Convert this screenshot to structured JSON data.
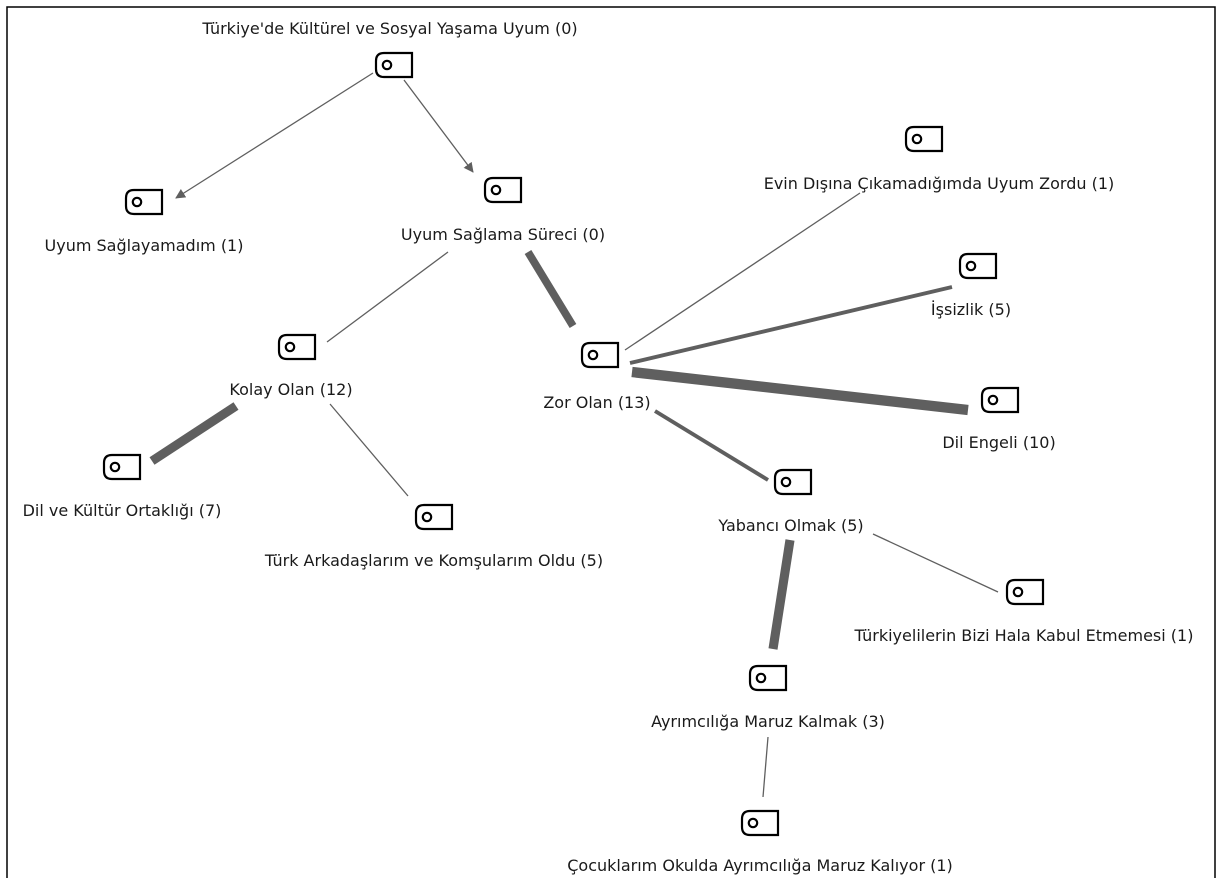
{
  "diagram": {
    "colors": {
      "edge": "#5f5f5f",
      "arrow": "#5f5f5f",
      "text": "#1a1a1a",
      "border": "#000000",
      "icon": "#000000"
    },
    "icon_name": "code-tag-icon",
    "nodes": [
      {
        "id": "n0",
        "label": "Türkiye'de Kültürel ve Sosyal Yaşama Uyum (0)"
      },
      {
        "id": "n1",
        "label": "Uyum Sağlayamadım (1)"
      },
      {
        "id": "n2",
        "label": "Uyum Sağlama Süreci (0)"
      },
      {
        "id": "n3",
        "label": "Kolay Olan (12)"
      },
      {
        "id": "n4",
        "label": "Zor Olan (13)"
      },
      {
        "id": "n5",
        "label": "Dil ve Kültür Ortaklığı (7)"
      },
      {
        "id": "n6",
        "label": "Türk Arkadaşlarım ve Komşularım Oldu (5)"
      },
      {
        "id": "n7",
        "label": "Evin Dışına Çıkamadığımda Uyum Zordu (1)"
      },
      {
        "id": "n8",
        "label": "İşsizlik (5)"
      },
      {
        "id": "n9",
        "label": "Dil Engeli (10)"
      },
      {
        "id": "n10",
        "label": "Yabancı Olmak (5)"
      },
      {
        "id": "n11",
        "label": "Türkiyelilerin Bizi Hala Kabul Etmemesi (1)"
      },
      {
        "id": "n12",
        "label": "Ayrımcılığa Maruz Kalmak (3)"
      },
      {
        "id": "n13",
        "label": "Çocuklarım Okulda Ayrımcılığa Maruz Kalıyor (1)"
      }
    ],
    "edges": [
      {
        "from": "n0",
        "to": "n1",
        "directed": true,
        "weight": 1
      },
      {
        "from": "n0",
        "to": "n2",
        "directed": true,
        "weight": 1
      },
      {
        "from": "n2",
        "to": "n3",
        "directed": false,
        "weight": 1
      },
      {
        "from": "n2",
        "to": "n4",
        "directed": false,
        "weight": 6
      },
      {
        "from": "n3",
        "to": "n5",
        "directed": false,
        "weight": 7
      },
      {
        "from": "n3",
        "to": "n6",
        "directed": false,
        "weight": 1
      },
      {
        "from": "n4",
        "to": "n7",
        "directed": false,
        "weight": 1
      },
      {
        "from": "n4",
        "to": "n8",
        "directed": false,
        "weight": 3
      },
      {
        "from": "n4",
        "to": "n9",
        "directed": false,
        "weight": 8
      },
      {
        "from": "n4",
        "to": "n10",
        "directed": false,
        "weight": 3
      },
      {
        "from": "n10",
        "to": "n11",
        "directed": false,
        "weight": 1
      },
      {
        "from": "n10",
        "to": "n12",
        "directed": false,
        "weight": 7
      },
      {
        "from": "n12",
        "to": "n13",
        "directed": false,
        "weight": 1
      }
    ]
  }
}
